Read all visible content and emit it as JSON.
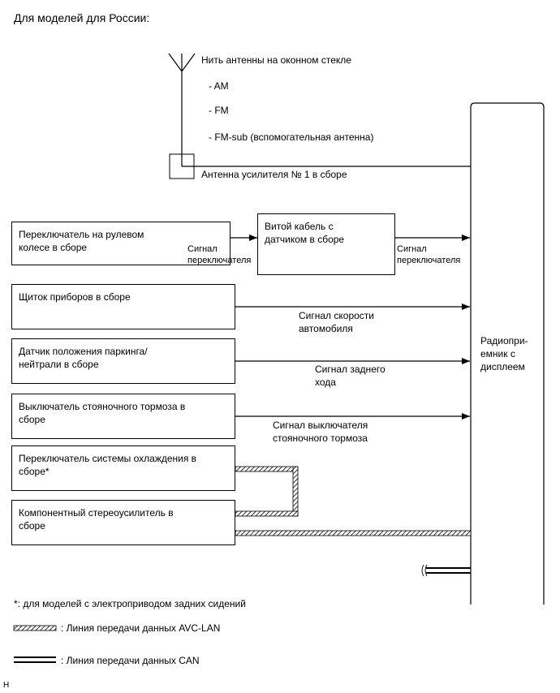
{
  "header": {
    "title": "Для моделей для России:"
  },
  "antenna": {
    "wire_label": "Нить антенны на оконном стекле",
    "bands": [
      "- AM",
      "- FM",
      "- FM-sub (вспомогательная антенна)"
    ],
    "amp_label": "Антенна усилителя № 1 в сборе"
  },
  "components": {
    "steering_switch": "Переключатель на рулевом\nколесе в сборе",
    "spiral_cable": "Витой кабель с\nдатчиком в сборе",
    "combination_meter": "Щиток приборов в сборе",
    "park_neutral": "Датчик положения паркинга/\nнейтрали в сборе",
    "parking_brake": "Выключатель стояночного тормоза в\nсборе",
    "cooling_switch": "Переключатель системы охлаждения в\nсборе*",
    "stereo_amp": "Компонентный стереоусилитель в\nсборе",
    "radio": "Радиопри-\nемник с\nдисплеем"
  },
  "signals": {
    "switch_signal_1": "Сигнал\nпереключателя",
    "switch_signal_2": "Сигнал\nпереключателя",
    "speed": "Сигнал скорости\nавтомобиля",
    "reverse": "Сигнал заднего\nхода",
    "brake": "Сигнал выключателя\nстояночного тормоза"
  },
  "legend": {
    "footnote": "*: для моделей с электроприводом задних сидений",
    "avc_lan": ": Линия передачи данных AVC-LAN",
    "can": ": Линия передачи данных CAN"
  },
  "corner_mark": "H"
}
